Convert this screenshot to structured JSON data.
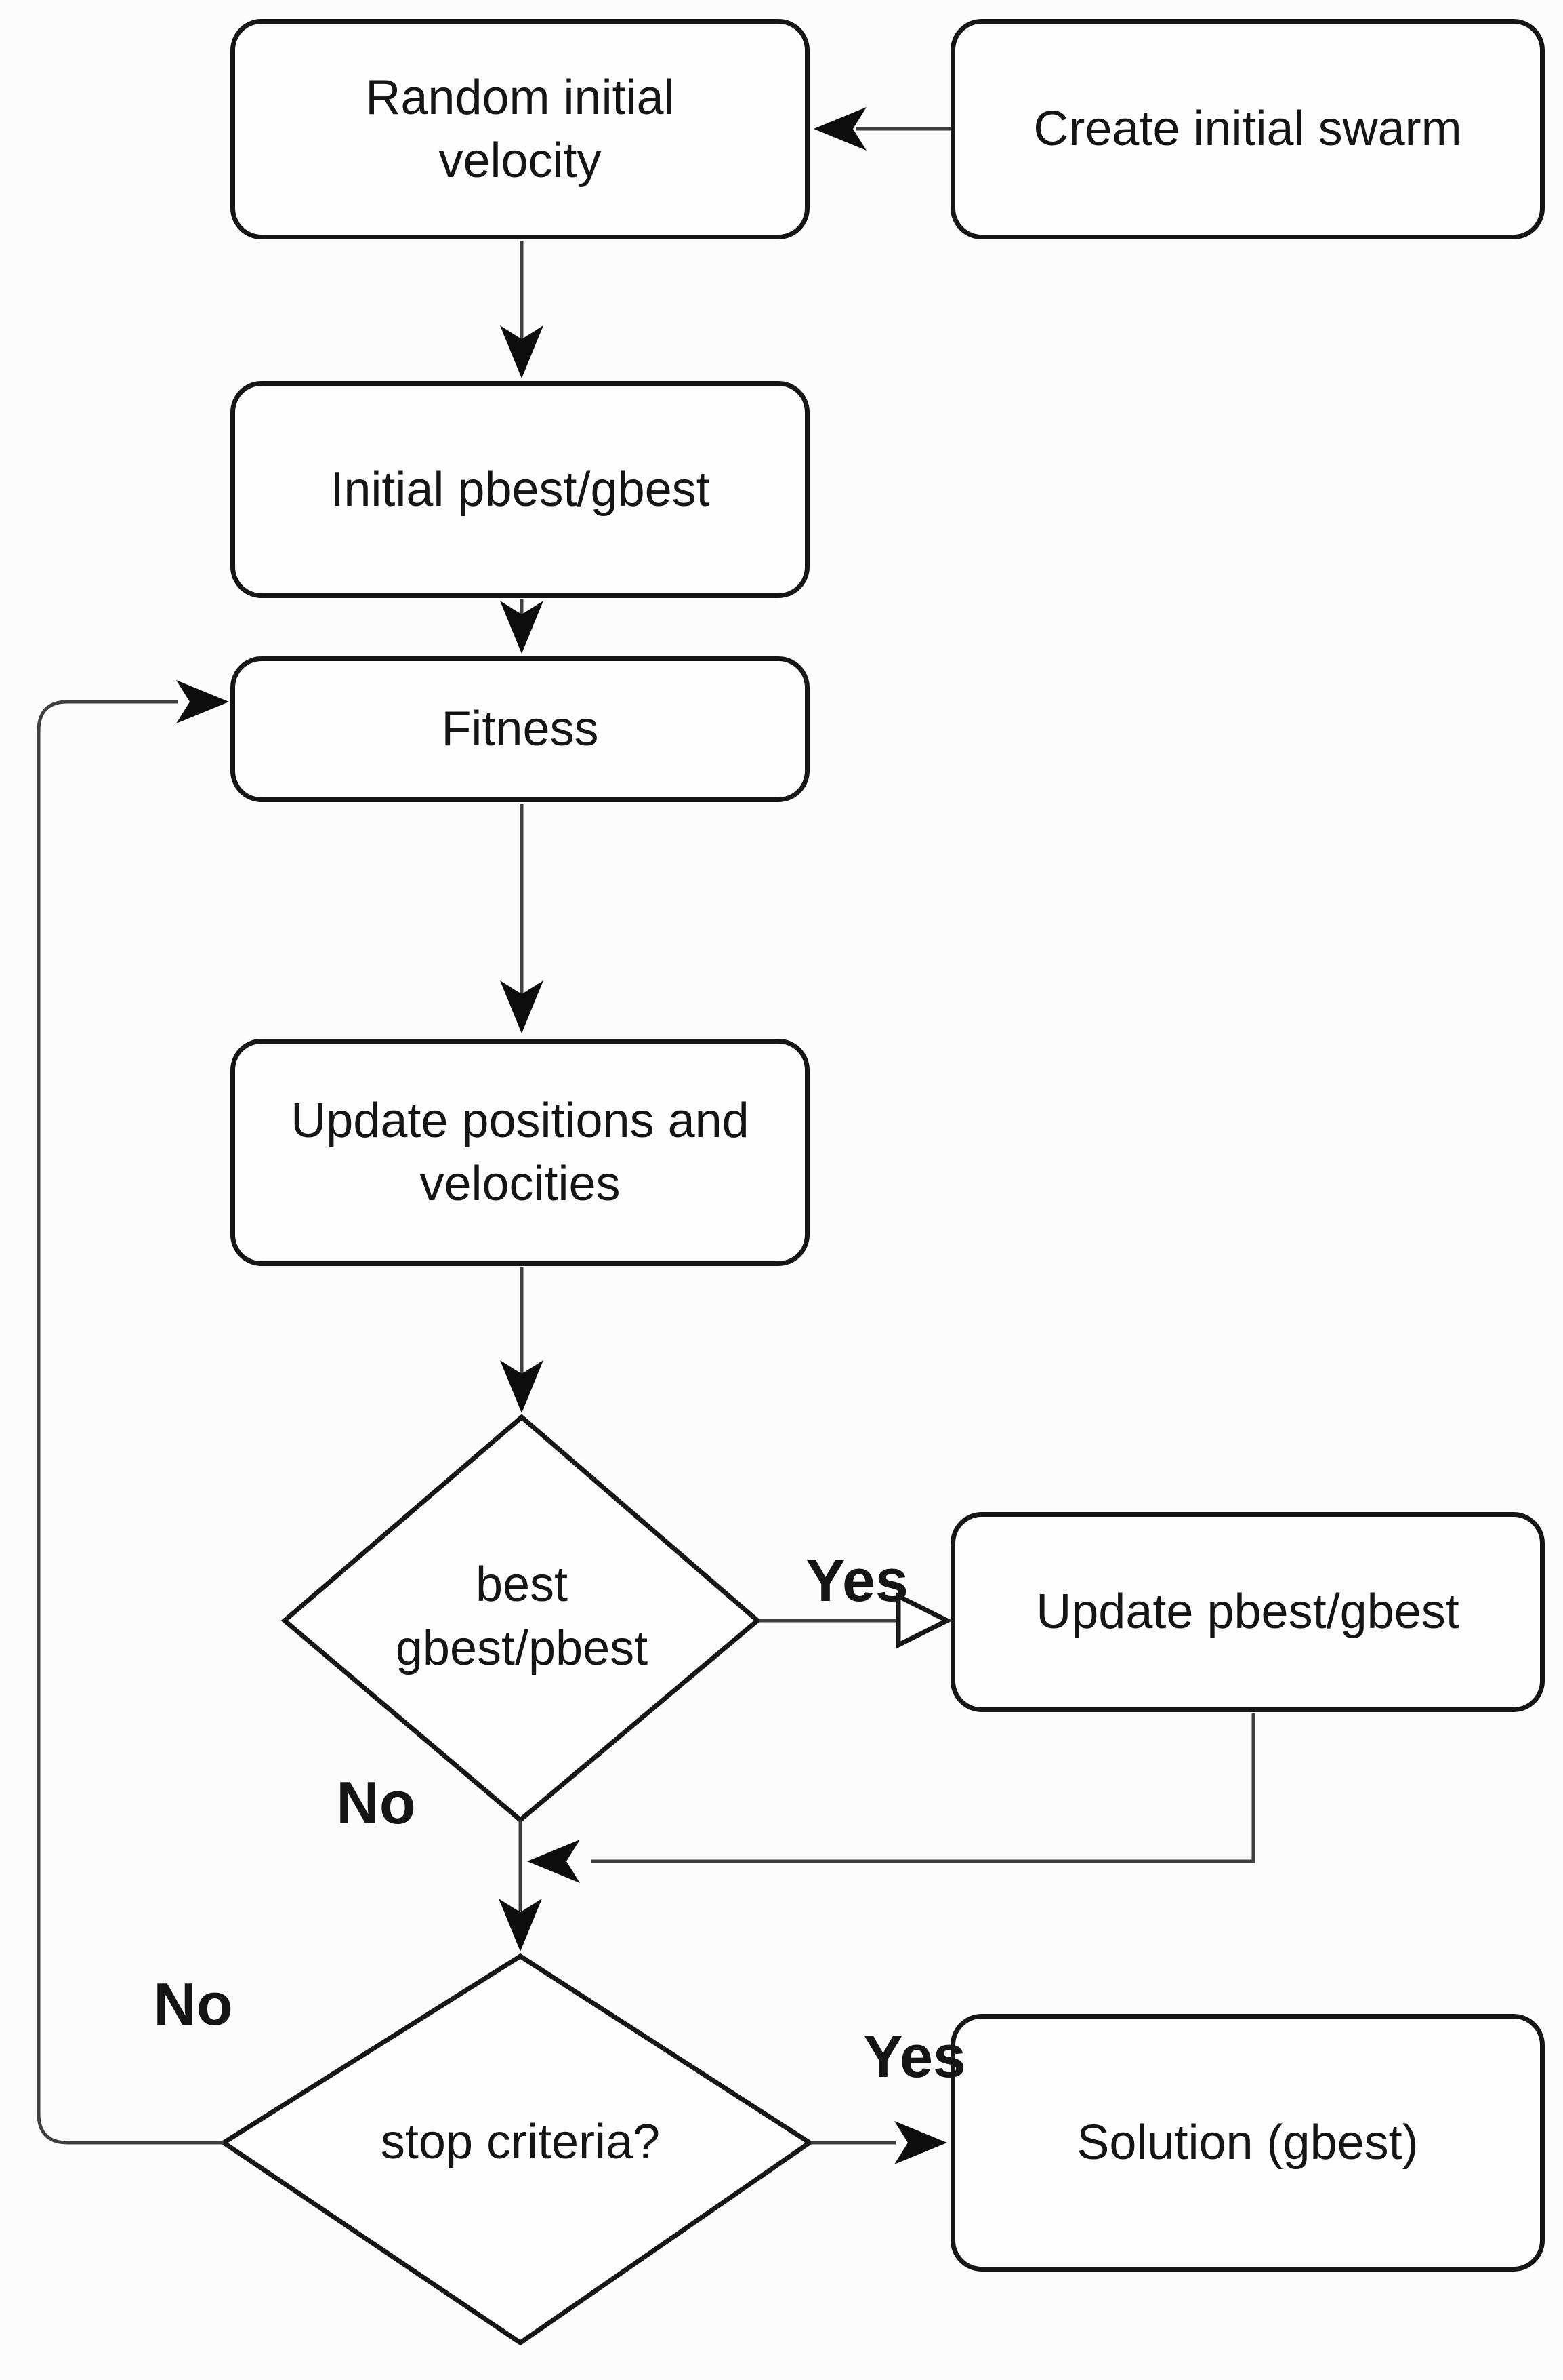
{
  "diagram": {
    "type": "flowchart",
    "topic": "Particle swarm optimization (PSO) loop",
    "colors": {
      "background": "#fcfcfc",
      "connector": "#3f3f3f",
      "arrowhead": "#0d0d0d",
      "shape_border": "#161616",
      "text": "#151515"
    }
  },
  "nodes": {
    "create_swarm": {
      "label": "Create initial swarm",
      "shape": "rounded-rect"
    },
    "random_velocity": {
      "label": "Random initial velocity",
      "shape": "rounded-rect"
    },
    "initial_best": {
      "label": "Initial pbest/gbest",
      "shape": "rounded-rect"
    },
    "fitness": {
      "label": "Fitness",
      "shape": "rounded-rect"
    },
    "update_positions": {
      "label": "Update positions and velocities",
      "shape": "rounded-rect"
    },
    "best_decision": {
      "label": "best gbest/pbest",
      "shape": "diamond"
    },
    "update_best": {
      "label": "Update pbest/gbest",
      "shape": "rounded-rect"
    },
    "stop_decision": {
      "label": "stop criteria?",
      "shape": "diamond"
    },
    "solution": {
      "label": "Solution (gbest)",
      "shape": "rounded-rect"
    }
  },
  "labels": {
    "yes_update": "Yes",
    "no_merge": "No",
    "no_loop": "No",
    "yes_solution": "Yes"
  },
  "edges": [
    {
      "from": "create_swarm",
      "to": "random_velocity",
      "label": ""
    },
    {
      "from": "random_velocity",
      "to": "initial_best",
      "label": ""
    },
    {
      "from": "initial_best",
      "to": "fitness",
      "label": ""
    },
    {
      "from": "fitness",
      "to": "update_positions",
      "label": ""
    },
    {
      "from": "update_positions",
      "to": "best_decision",
      "label": ""
    },
    {
      "from": "best_decision",
      "to": "update_best",
      "label": "Yes"
    },
    {
      "from": "best_decision",
      "to": "stop_decision",
      "label": "No"
    },
    {
      "from": "update_best",
      "to": "stop_decision",
      "label": ""
    },
    {
      "from": "stop_decision",
      "to": "solution",
      "label": "Yes"
    },
    {
      "from": "stop_decision",
      "to": "fitness",
      "label": "No"
    }
  ]
}
